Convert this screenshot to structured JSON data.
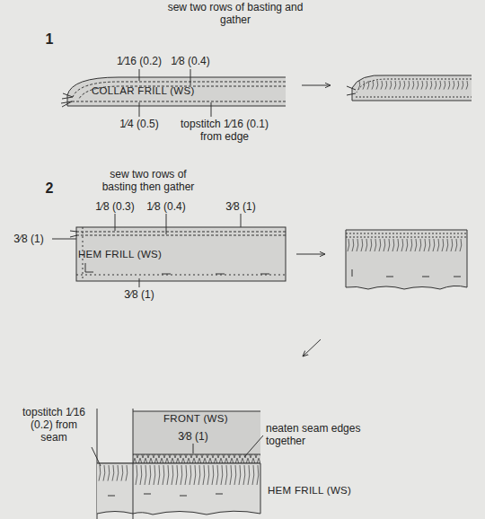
{
  "diagram": {
    "nodes": [
      {
        "text": [
          "COLLAR FRILL (WS)"
        ]
      },
      {
        "text": [
          "HEM FRILL (WS)"
        ]
      },
      {
        "text": [
          "FRONT (WS)"
        ]
      },
      {
        "text": [
          "HEM FRILL (WS)"
        ]
      }
    ],
    "labels": [
      "1",
      "sew two rows of basting and gather",
      "1⁄16 (0.2)",
      "1⁄8 (0.4)",
      "1⁄4 (0.5)",
      "topstitch 1⁄16 (0.1) from edge",
      "2",
      "sew two rows of basting then gather",
      "1⁄8 (0.3)",
      "1⁄8 (0.4)",
      "3⁄8 (1)",
      "3⁄8 (1)",
      "3⁄8 (1)",
      "topstitch 1⁄16 (0.2) from seam",
      "3⁄8 (1)",
      "neaten seam edges together"
    ]
  }
}
